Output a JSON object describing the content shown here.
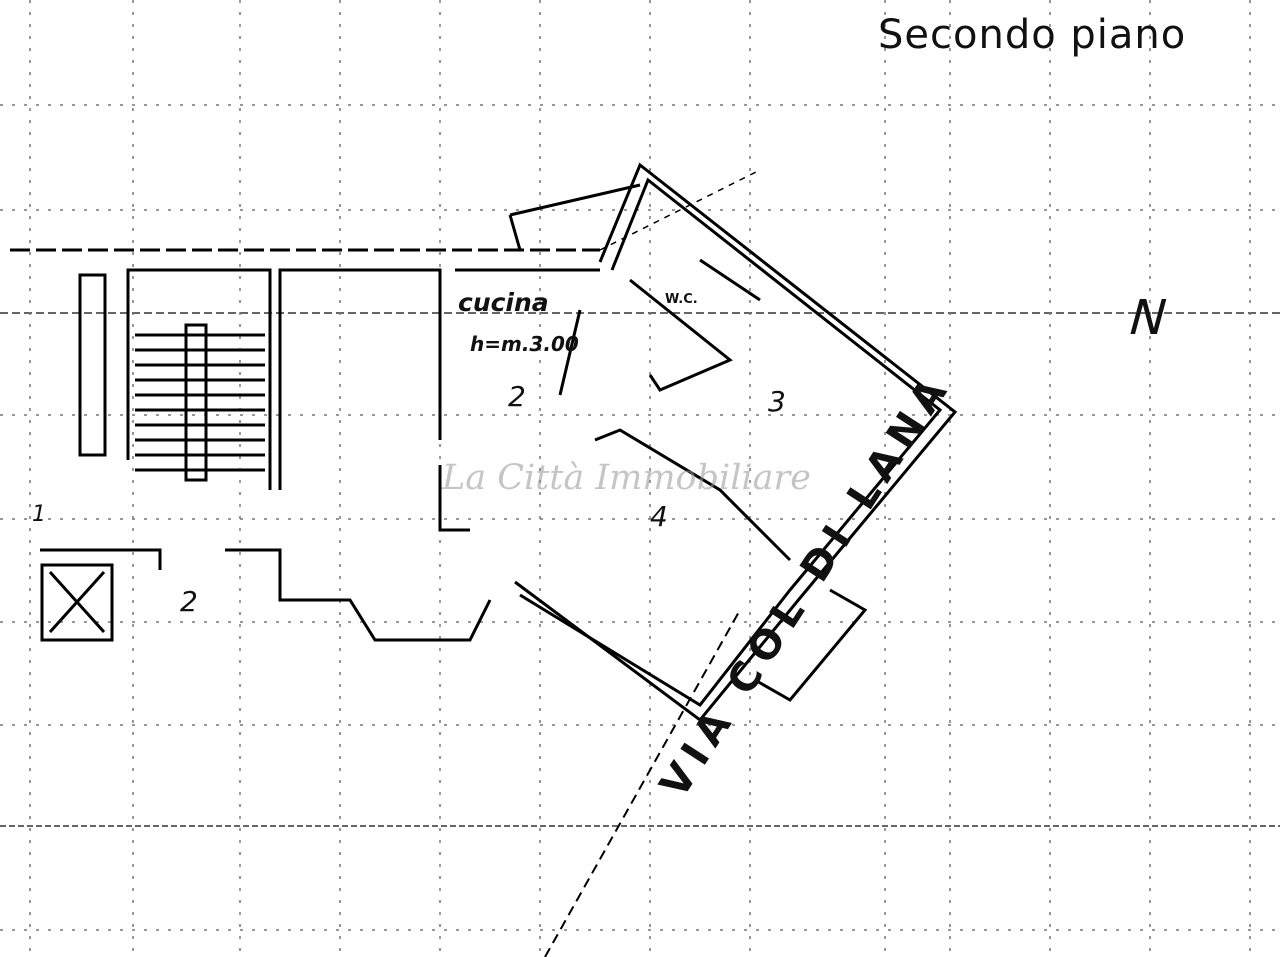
{
  "title": "Secondo piano",
  "labels": {
    "kitchen": "cucina",
    "height": "h=m.3.00",
    "wc": "W.C.",
    "street": "VIA COL DI LANA",
    "watermark": "La Città Immobiliare",
    "north": "N"
  },
  "room_numbers": {
    "r1": "1",
    "r2a": "2",
    "r2b": "2",
    "r3": "3",
    "r4": "4"
  }
}
